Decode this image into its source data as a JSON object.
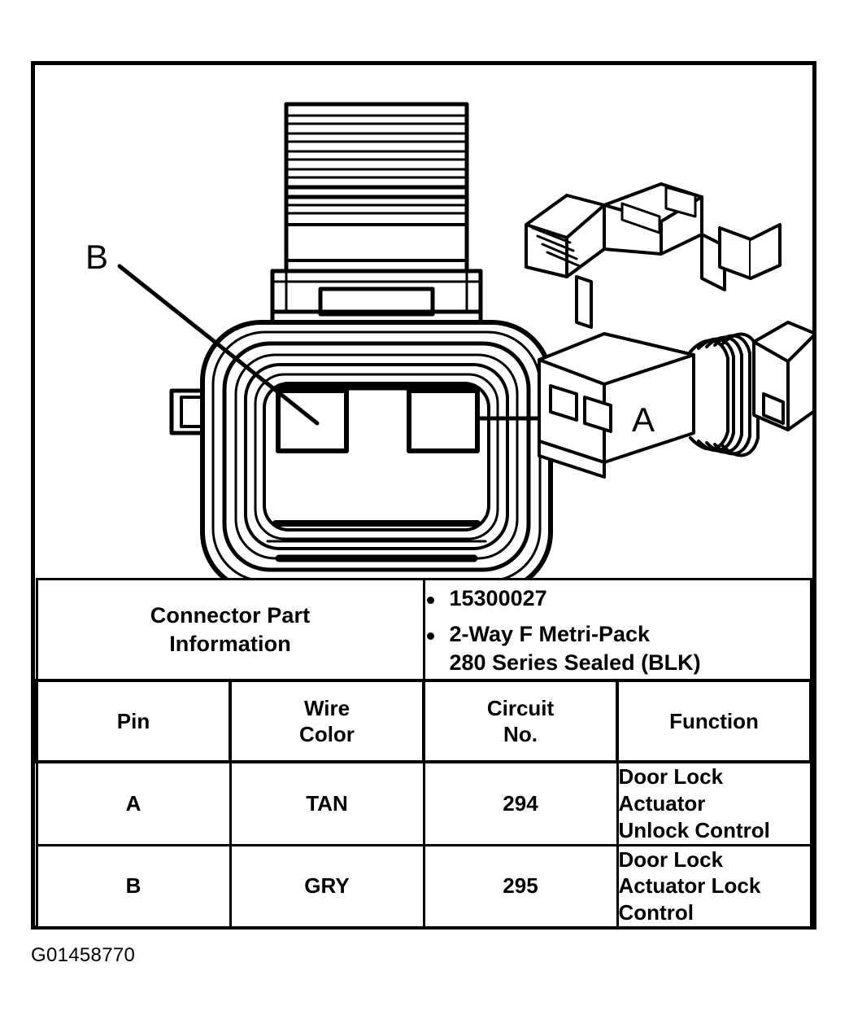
{
  "figure": {
    "caption": "G01458770",
    "callouts": [
      {
        "label": "B",
        "pin": "B",
        "position": "left"
      },
      {
        "label": "A",
        "pin": "A",
        "position": "right"
      }
    ],
    "views": {
      "front_view_name": "front-face-view",
      "iso_view_name": "isometric-connector-view"
    }
  },
  "connector_part_information": {
    "label": "Connector Part\nInformation",
    "label_line1": "Connector Part",
    "label_line2": "Information",
    "items": [
      "15300027",
      "2-Way F Metri-Pack 280 Series Sealed (BLK)"
    ],
    "item2_line1": "2-Way F Metri-Pack",
    "item2_line2": "280 Series Sealed (BLK)"
  },
  "pinout_table": {
    "headers": {
      "pin": "Pin",
      "wire_color": "Wire Color",
      "wire_color_line1": "Wire",
      "wire_color_line2": "Color",
      "circuit_no": "Circuit No.",
      "circuit_no_line1": "Circuit",
      "circuit_no_line2": "No.",
      "function": "Function"
    },
    "rows": [
      {
        "pin": "A",
        "wire_color": "TAN",
        "circuit_no": "294",
        "function": "Door Lock Actuator Unlock Control",
        "function_line1": "Door Lock Actuator",
        "function_line2": "Unlock Control"
      },
      {
        "pin": "B",
        "wire_color": "GRY",
        "circuit_no": "295",
        "function": "Door Lock Actuator Lock Control",
        "function_line1": "Door Lock Actuator Lock",
        "function_line2": "Control"
      }
    ]
  },
  "colors": {
    "ink": "#000000",
    "paper": "#ffffff"
  }
}
